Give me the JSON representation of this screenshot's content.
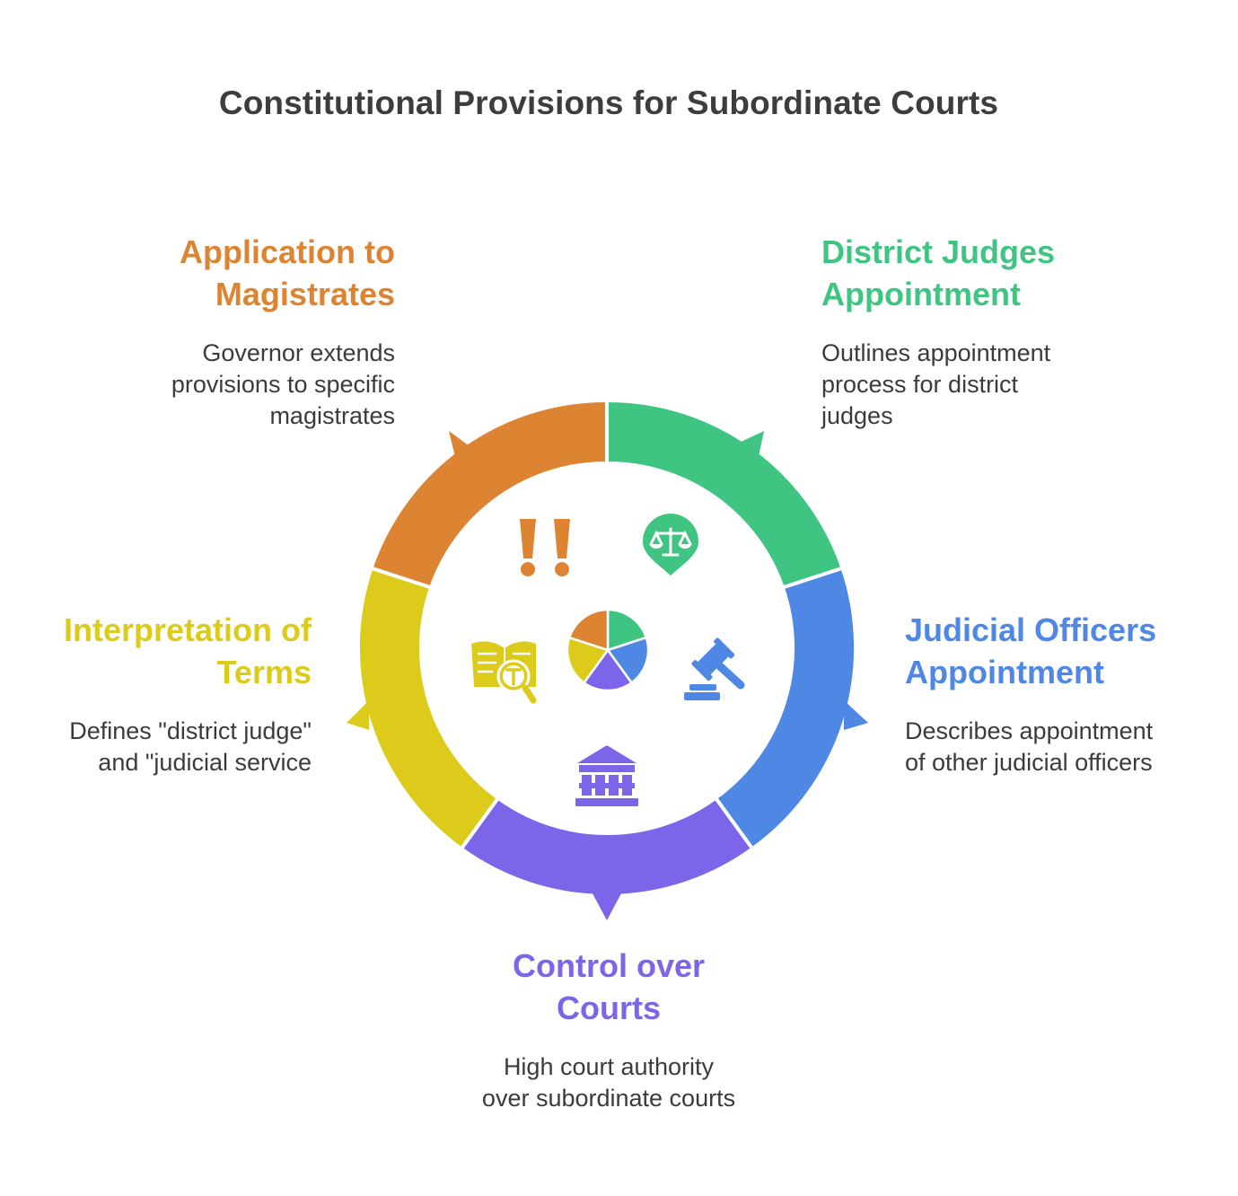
{
  "title": "Constitutional Provisions for Subordinate Courts",
  "colors": {
    "orange": "#DD8433",
    "green": "#3FC482",
    "blue": "#4F88E4",
    "purple": "#7C65E8",
    "yellow": "#DCCB1B",
    "title": "#3D3D3D",
    "text": "#3B3B3B"
  },
  "sections": {
    "magistrates": {
      "heading_line1": "Application to",
      "heading_line2": "Magistrates",
      "desc_line1": "Governor extends",
      "desc_line2": "provisions to specific",
      "desc_line3": "magistrates",
      "icon": "double-exclamation-icon"
    },
    "district": {
      "heading_line1": "District Judges",
      "heading_line2": "Appointment",
      "desc_line1": "Outlines appointment",
      "desc_line2": "process for district",
      "desc_line3": "judges",
      "icon": "scales-pin-icon"
    },
    "officers": {
      "heading_line1": "Judicial Officers",
      "heading_line2": "Appointment",
      "desc_line1": "Describes appointment",
      "desc_line2": "of other judicial officers",
      "icon": "gavel-icon"
    },
    "control": {
      "heading_line1": "Control over",
      "heading_line2": "Courts",
      "desc_line1": "High court authority",
      "desc_line2": "over subordinate courts",
      "icon": "courthouse-icon"
    },
    "interpretation": {
      "heading_line1": "Interpretation of",
      "heading_line2": "Terms",
      "desc_line1": "Defines \"district judge\"",
      "desc_line2": "and \"judicial service",
      "icon": "book-search-icon"
    }
  },
  "center_icon": "pie-chart-icon"
}
